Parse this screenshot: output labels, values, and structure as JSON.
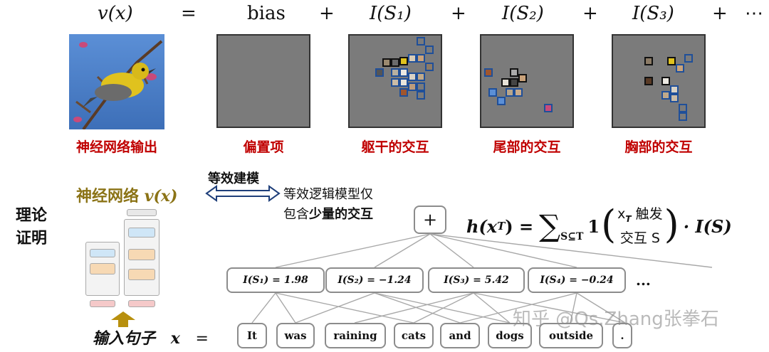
{
  "equation_top": {
    "v_x": "v(x)",
    "equals": "=",
    "bias": "bias",
    "plus": "+",
    "terms": [
      "I(S₁)",
      "I(S₂)",
      "I(S₃)"
    ],
    "ellipsis": "⋯"
  },
  "captions": [
    "神经网络输出",
    "偏置项",
    "躯干的交互",
    "尾部的交互",
    "胸部的交互"
  ],
  "theory_label": "理论\n证明",
  "nn_label": "神经网络",
  "nn_vx": "v(x)",
  "equiv_modeling": "等效建模",
  "equiv_logic_line1": "等效逻辑模型仅",
  "equiv_logic_line2_a": "包含",
  "equiv_logic_line2_b": "少量的交互",
  "plus_box": "+",
  "formula": {
    "lhs": "h(x",
    "lhs_sub": "T",
    "lhs_close": ") =",
    "sum": "∑",
    "sum_sub": "S⊆T",
    "one": "1",
    "cond_line1": "x",
    "cond_line1_sub": "T",
    "cond_line1_rest": " 触发",
    "cond_line2": "交互 S",
    "tail": "· I(S)"
  },
  "interactions": [
    {
      "label": "I(S₁) = 1.98"
    },
    {
      "label": "I(S₂) = −1.24"
    },
    {
      "label": "I(S₃) = 5.42"
    },
    {
      "label": "I(S₄) = −0.24"
    }
  ],
  "interactions_ellipsis": "...",
  "input_label": "输入句子",
  "input_x": "x",
  "input_eq": "=",
  "tokens": [
    "It",
    "was",
    "raining",
    "cats",
    "and",
    "dogs",
    "outside",
    "."
  ],
  "watermark": "知乎 @Qs.Zhang张拳石",
  "colors": {
    "caption_red": "#c00000",
    "nn_gold": "#8b7316",
    "box_border": "#8c8c8c",
    "patch_blue": "#1f4f99"
  }
}
